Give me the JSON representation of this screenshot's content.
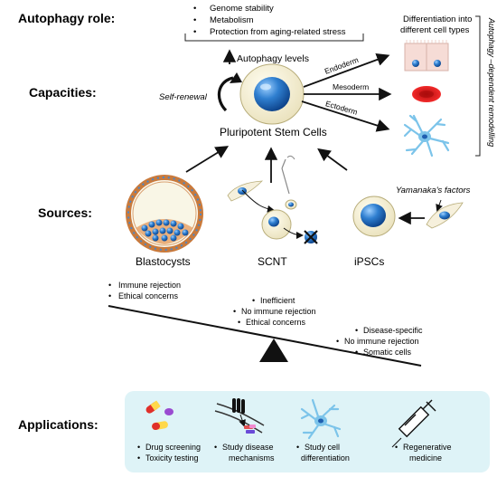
{
  "section_labels": {
    "role": "Autophagy role:",
    "capacities": "Capacities:",
    "sources": "Sources:",
    "applications": "Applications:"
  },
  "autophagy_role_items": [
    "Genome stability",
    "Metabolism",
    "Protection from aging-related stress"
  ],
  "autophagy_levels": "Autophagy levels",
  "self_renewal_prefix": "Self-",
  "self_renewal_suffix": "renewal",
  "central_cell_label": "Pluripotent Stem Cells",
  "differentiation_heading": [
    "Differentiation into",
    "different cell types"
  ],
  "germ_layers": [
    "Endoderm",
    "Mesoderm",
    "Ectoderm"
  ],
  "vertical_label": "Autophagy –dependent remodelling",
  "yamanaka_label": "Yamanaka's factors",
  "sources": [
    "Blastocysts",
    "SCNT",
    "iPSCs"
  ],
  "source_notes": {
    "blastocysts": [
      "Immune rejection",
      "Ethical concerns"
    ],
    "scnt": [
      "Inefficient",
      "No immune rejection",
      "Ethical concerns"
    ],
    "ipscs": [
      "Disease-specific",
      "No immune rejection",
      "Somatic cells"
    ]
  },
  "applications": [
    [
      "Drug screening",
      "Toxicity testing"
    ],
    [
      "Study disease",
      "mechanisms"
    ],
    [
      "Study cell",
      "differentiation"
    ],
    [
      "Regenerative",
      "medicine"
    ]
  ],
  "colors": {
    "cell_blue": "#2f7fd0",
    "cytoplasm": "#f5f0d6",
    "red_cell": "#e01b1b",
    "neuron": "#7cc4ea",
    "panel_bg": "#def3f7"
  }
}
